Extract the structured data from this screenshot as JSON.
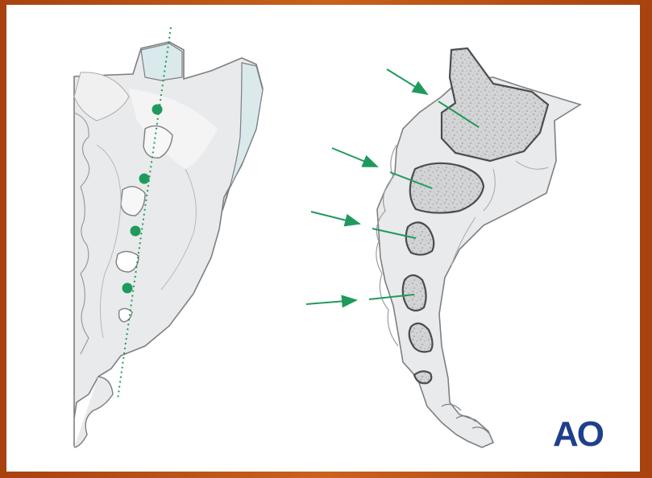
{
  "logo": {
    "text": "AO",
    "color": "#1f3f8c"
  },
  "colors": {
    "bone_fill": "#e9eaeb",
    "bone_stroke": "#7d7f82",
    "cancellous_fill": "#cfd0d1",
    "cartilage_fill": "#d9e9ec",
    "guide_green": "#1f9a5c",
    "background": "#ffffff",
    "frame": "#b84a12"
  },
  "diagram": {
    "left_view": {
      "guide_points": 4,
      "guide_line": "dotted"
    },
    "right_view": {
      "arrows": 4,
      "cross_sections": 6
    }
  }
}
